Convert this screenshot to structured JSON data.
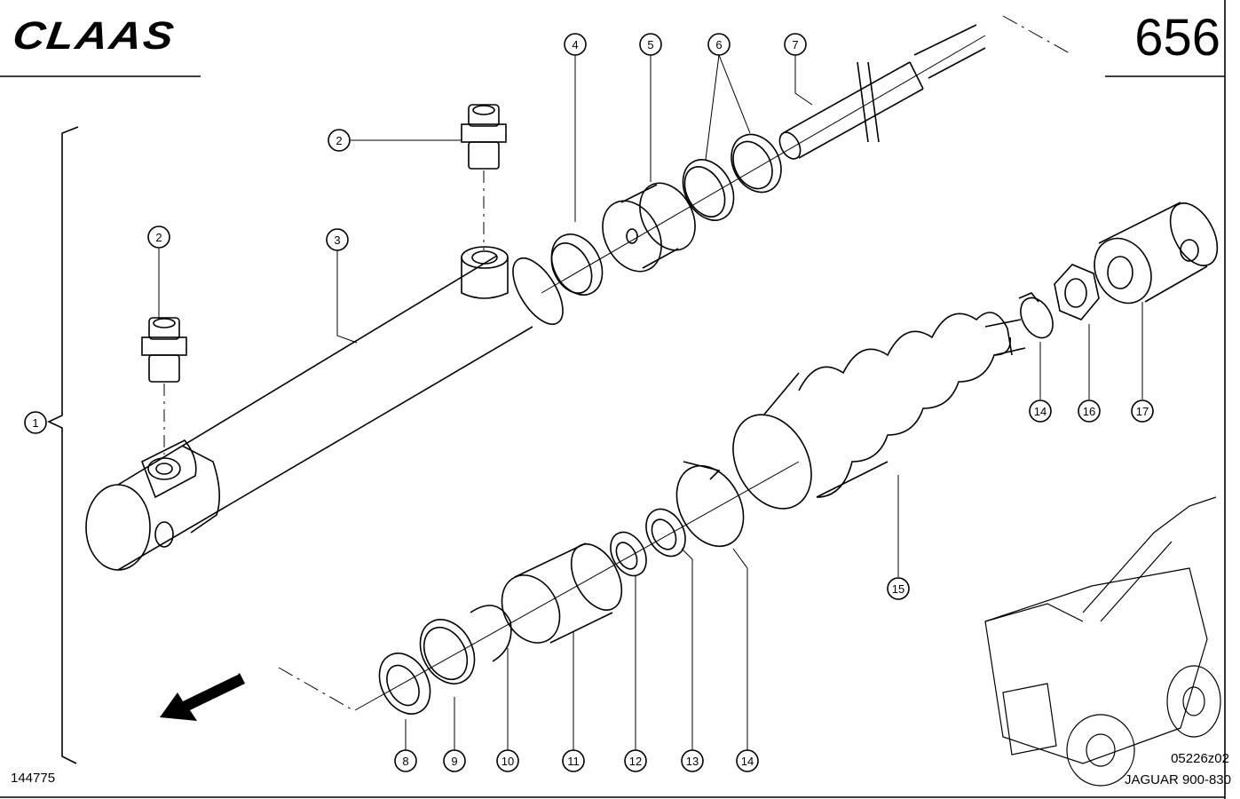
{
  "header": {
    "brand": "CLAAS",
    "page_number": "656"
  },
  "footer": {
    "drawing_number": "144775",
    "image_code": "05226z02",
    "model": "JAGUAR 900-830"
  },
  "callouts": [
    "1",
    "2",
    "2",
    "3",
    "4",
    "5",
    "6",
    "7",
    "8",
    "9",
    "10",
    "11",
    "12",
    "13",
    "14",
    "14",
    "15",
    "16",
    "17"
  ],
  "icons": {
    "direction_arrow": "direction-arrow-icon",
    "machine": "forage-harvester-icon"
  }
}
